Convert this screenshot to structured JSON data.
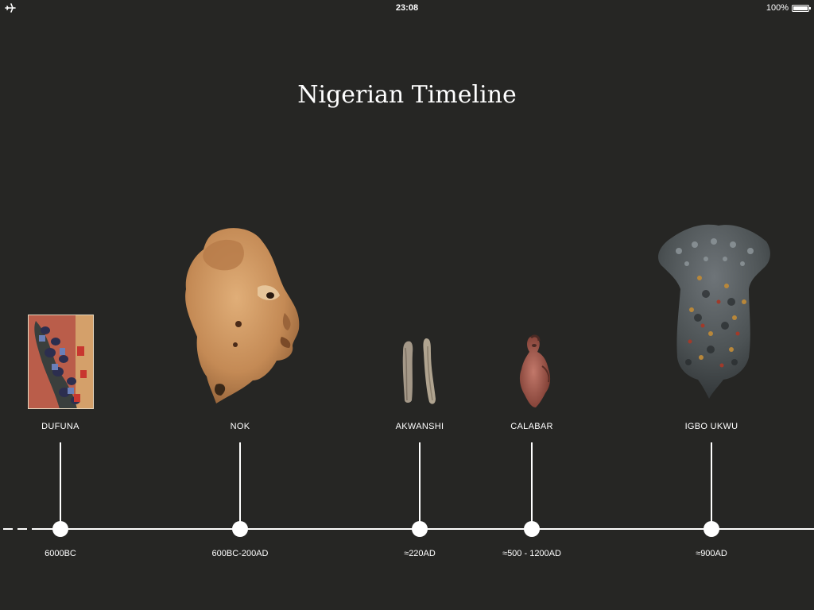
{
  "status_bar": {
    "time": "23:08",
    "battery_text": "100%",
    "battery_level": 1.0
  },
  "title": "Nigerian Timeline",
  "events": [
    {
      "name": "DUFUNA",
      "date": "6000BC",
      "artifact": "dufuna-canoe-photo-icon"
    },
    {
      "name": "NOK",
      "date": "600BC-200AD",
      "artifact": "nok-terracotta-head-icon"
    },
    {
      "name": "AKWANSHI",
      "date": "≈220AD",
      "artifact": "akwanshi-stone-monoliths-icon"
    },
    {
      "name": "CALABAR",
      "date": "≈500 - 1200AD",
      "artifact": "calabar-clay-figure-icon"
    },
    {
      "name": "IGBO UKWU",
      "date": "≈900AD",
      "artifact": "igbo-ukwu-bronze-vessel-icon"
    }
  ],
  "colors": {
    "background": "#262624",
    "line": "#ffffff",
    "text": "#ffffff"
  }
}
